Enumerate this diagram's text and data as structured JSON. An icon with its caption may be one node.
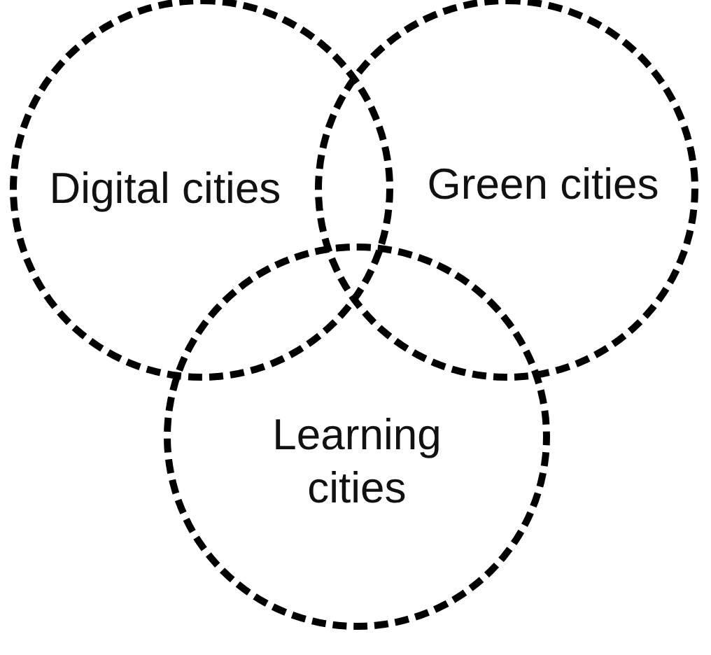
{
  "diagram": {
    "nodes": [
      {
        "text": [
          "Digital cities"
        ]
      },
      {
        "text": [
          "Green cities"
        ]
      },
      {
        "text": [
          "Learning cities"
        ]
      }
    ]
  }
}
